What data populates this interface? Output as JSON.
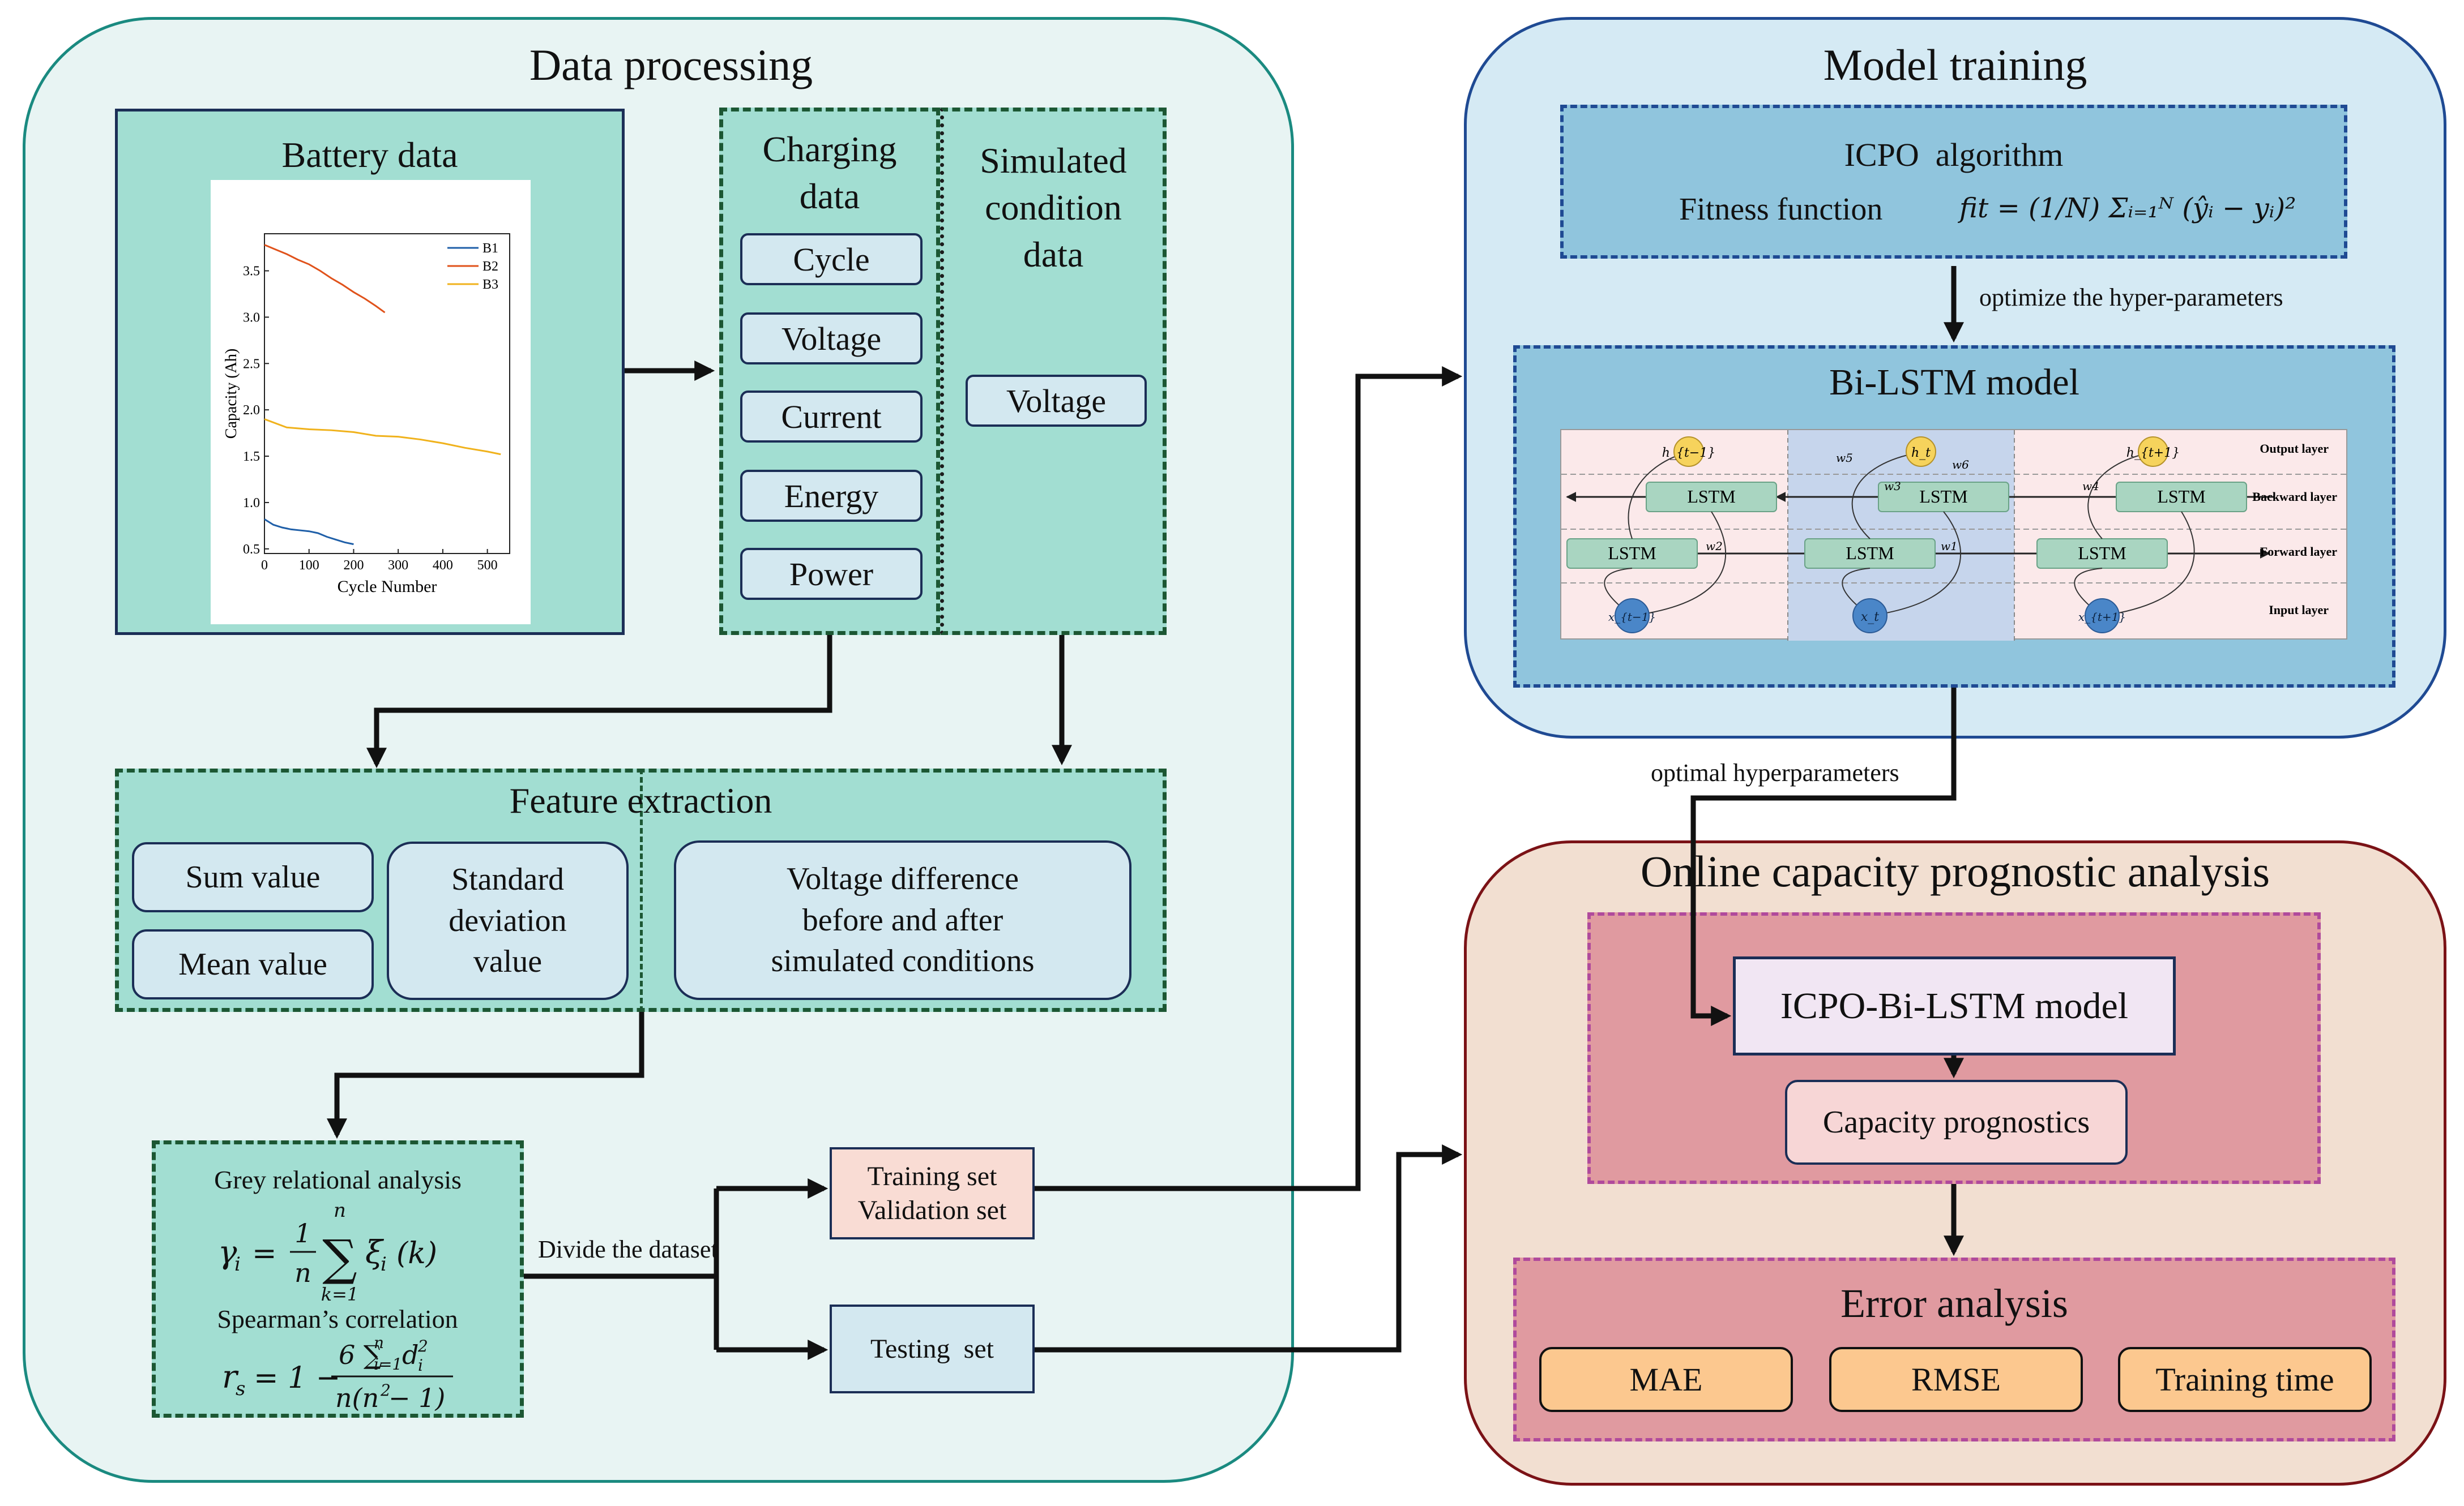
{
  "panels": {
    "data_processing": "Data processing",
    "model_training": "Model training",
    "online_analysis": "Online capacity prognostic analysis"
  },
  "battery": {
    "title": "Battery data",
    "chart_data": {
      "type": "line",
      "xlabel": "Cycle Number",
      "ylabel": "Capacity (Ah)",
      "xlim": [
        0,
        550
      ],
      "ylim": [
        0.45,
        3.9
      ],
      "xticks": [
        "0",
        "100",
        "200",
        "300",
        "400",
        "500"
      ],
      "yticks": [
        "0.5",
        "1.0",
        "1.5",
        "2.0",
        "2.5",
        "3.0",
        "3.5"
      ],
      "legend": "top-right",
      "series": [
        {
          "name": "B1",
          "color": "#1f5fa8",
          "x": [
            0,
            20,
            40,
            60,
            80,
            100,
            120,
            140,
            160,
            180,
            200
          ],
          "y": [
            0.82,
            0.76,
            0.73,
            0.71,
            0.7,
            0.69,
            0.67,
            0.63,
            0.6,
            0.57,
            0.55
          ]
        },
        {
          "name": "B2",
          "color": "#e0521b",
          "x": [
            0,
            25,
            50,
            75,
            100,
            125,
            150,
            175,
            200,
            225,
            250,
            270
          ],
          "y": [
            3.78,
            3.73,
            3.68,
            3.62,
            3.57,
            3.5,
            3.42,
            3.35,
            3.27,
            3.2,
            3.12,
            3.05
          ]
        },
        {
          "name": "B3",
          "color": "#f0b21c",
          "x": [
            0,
            50,
            100,
            150,
            200,
            250,
            300,
            350,
            400,
            450,
            500,
            530
          ],
          "y": [
            1.9,
            1.81,
            1.79,
            1.78,
            1.76,
            1.72,
            1.71,
            1.68,
            1.64,
            1.59,
            1.55,
            1.52
          ]
        }
      ]
    }
  },
  "charging": {
    "title_1": "Charging",
    "title_2": "data",
    "items": [
      "Cycle",
      "Voltage",
      "Current",
      "Energy",
      "Power"
    ]
  },
  "simulated": {
    "title_1": "Simulated",
    "title_2": "condition",
    "title_3": "data",
    "item": "Voltage"
  },
  "feature": {
    "title": "Feature extraction",
    "sum": "Sum value",
    "mean": "Mean value",
    "std_1": "Standard",
    "std_2": "deviation",
    "std_3": "value",
    "vd_1": "Voltage difference",
    "vd_2": "before and after",
    "vd_3": "simulated conditions"
  },
  "grey": {
    "title": "Grey  relational  analysis",
    "f1_lhs": "γ",
    "f1_sub": "i",
    "f1_eq": "=",
    "f1_num": "1",
    "f1_den": "n",
    "f1_sum_top": "n",
    "f1_sum_bot": "k=1",
    "f1_body": "ξ",
    "f1_body_sub": "i",
    "f1_body_arg": "(k)",
    "spearman": "Spearman’s correlation",
    "f2_lhs": "r",
    "f2_sub": "s",
    "f2_eq": "= 1 −",
    "f2_num": "6 ∑",
    "f2_num_sup": "n",
    "f2_num_sub": "i=1",
    "f2_num_d": "d",
    "f2_num_d_sup": "2",
    "f2_num_d_sub": "i",
    "f2_den": "n(n",
    "f2_den_sup": "2",
    "f2_den_end": " − 1)"
  },
  "divide_label": "Divide the dataset",
  "train_set_1": "Training set",
  "train_set_2": "Validation set",
  "test_set": "Testing  set",
  "icpo": {
    "title": "ICPO  algorithm",
    "fitness": "Fitness function",
    "formula": "fit = (1/N) Σᵢ₌₁ᴺ (ŷᵢ − yᵢ)²"
  },
  "optimize_label": "optimize the hyper-parameters",
  "bilstm": {
    "title": "Bi-LSTM model",
    "cell": "LSTM",
    "layers": [
      "Output layer",
      "Backward layer",
      "Forward layer",
      "Input layer"
    ],
    "outputs": [
      "h_{t−1}",
      "h_t",
      "h_{t+1}"
    ],
    "inputs": [
      "x_{t−1}",
      "x_t",
      "x_{t+1}"
    ],
    "weights": [
      "w5",
      "w6",
      "w3",
      "w4",
      "w2",
      "w1"
    ]
  },
  "optimal_label": "optimal hyperparameters",
  "icpo_bilstm": "ICPO-Bi-LSTM model",
  "capacity_prog": "Capacity prognostics",
  "error": {
    "title": "Error analysis",
    "items": [
      "MAE",
      "RMSE",
      "Training time"
    ]
  },
  "colors": {
    "teal_panel_border": "#1a8a80",
    "blue_panel_border": "#1f4a93",
    "red_panel_border": "#7b1216",
    "box_teal": "#a2ded2",
    "chip_blue": "#d3e8f0",
    "orange": "#fcc88f"
  }
}
